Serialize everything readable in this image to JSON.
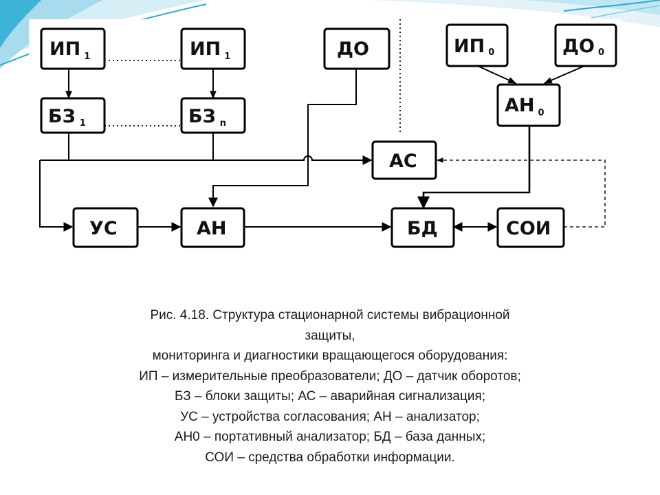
{
  "diagram": {
    "blocks": {
      "ip1_left": {
        "label": "ИП",
        "sub": "1"
      },
      "ip1_right": {
        "label": "ИП",
        "sub": "1"
      },
      "do": {
        "label": "ДО"
      },
      "bz1": {
        "label": "БЗ",
        "sub": "1"
      },
      "bzn": {
        "label": "БЗ",
        "sub": "n"
      },
      "ip0": {
        "label": "ИП",
        "sub": "0"
      },
      "do0": {
        "label": "ДО",
        "sub": "0"
      },
      "an0": {
        "label": "АН",
        "sub": "0"
      },
      "as": {
        "label": "АС"
      },
      "us": {
        "label": "УС"
      },
      "an": {
        "label": "АН"
      },
      "bd": {
        "label": "БД"
      },
      "soi": {
        "label": "СОИ"
      }
    }
  },
  "caption": {
    "line1": "Рис. 4.18.  Структура стационарной системы вибрационной",
    "line2": "защиты,",
    "line3": "мониторинга и диагностики вращающегося оборудования:",
    "line4": "ИП – измерительные преобразователи;  ДО – датчик оборотов;",
    "line5": "БЗ – блоки защиты;  АС – аварийная сигнализация;",
    "line6": "УС – устройства согласования; АН – анализатор;",
    "line7": "АН0 – портативный анализатор; БД – база данных;",
    "line8": "СОИ – средства обработки информации."
  },
  "colors": {
    "background": "#ffffff",
    "slide_accent_teal": "#2aa8d0",
    "slide_accent_light": "#bfe6f3",
    "box_stroke": "#000000",
    "text": "#1a1a1a"
  }
}
